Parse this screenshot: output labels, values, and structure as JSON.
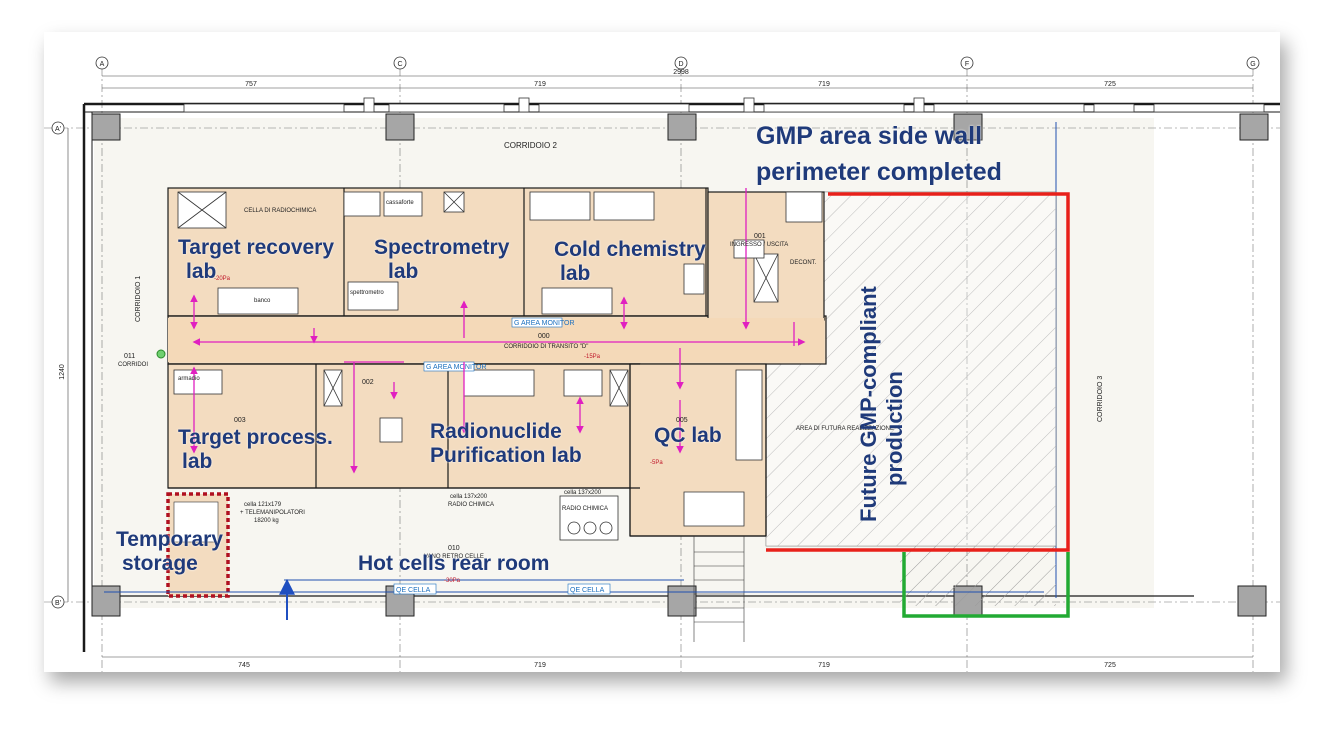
{
  "annotations": {
    "gmp_wall": [
      "GMP area side wall",
      "perimeter completed"
    ],
    "target_recovery": [
      "Target recovery",
      "lab"
    ],
    "spectrometry": [
      "Spectrometry",
      "lab"
    ],
    "cold_chemistry": [
      "Cold chemistry",
      "lab"
    ],
    "target_process": [
      "Target process.",
      "lab"
    ],
    "radionuclide": [
      "Radionuclide",
      "Purification lab"
    ],
    "qc_lab": "QC lab",
    "temporary_storage": [
      "Temporary",
      "storage"
    ],
    "hot_cells_rear": "Hot cells rear room",
    "future_gmp": [
      "Future GMP-compliant",
      "production"
    ]
  },
  "plan_labels": {
    "corridoio_2": "CORRIDOIO 2",
    "corridoio_1": "CORRIDOIO 1",
    "corridoio_3": "CORRIDOIO 3",
    "corridoio_transito": "CORRIDOIO DI TRANSITO \"D\"",
    "room_000": "000",
    "room_011": "011",
    "corridoi": "CORRIDOI",
    "cella_radiochimica": "CELLA DI RADIOCHIMICA",
    "area_futura": "AREA DI FUTURA REALIZZAZIONE",
    "g_area_monitor": "G AREA MONITOR",
    "ingresso_uscita": "INGRESSO / USCITA",
    "decont": "DECONT.",
    "qe_cella": "QE CELLA",
    "vano_retro_celle": "VANO RETRO CELLE",
    "room_010": "010",
    "room_003": "003",
    "room_002": "002",
    "room_005": "005",
    "room_001": "001",
    "pressure_15": "-15Pa",
    "pressure_20": "-20Pa",
    "pressure_30": "-30Pa",
    "pressure_5": "-5Pa",
    "cella_1": "cella 121x179",
    "cella_1b": "+ TELEMANIPOLATORI",
    "cella_1c": "18200 kg",
    "cella_2": "cella 137x200",
    "cella_2b": "RADIO CHIMICA",
    "cella_3": "cella 137x200",
    "cella_3b": "RADIO CHIMICA",
    "banco": "banco",
    "armadio": "armadio",
    "spettrometro": "spettrometro",
    "cassaforte": "cassaforte"
  },
  "grid_markers": [
    "A",
    "C",
    "D",
    "F",
    "G",
    "A'",
    "B'"
  ],
  "dimensions": {
    "top_total": "2998",
    "top_1": "757",
    "top_2": "719",
    "top_3": "719",
    "top_4": "725",
    "left_1": "1240",
    "bottom_1": "745",
    "bottom_2": "719",
    "bottom_3": "719",
    "bottom_4": "725"
  },
  "colors": {
    "annotation": "#1f3a7a",
    "lab_fill": "#f3dcc0",
    "walls": "#1a1a1a",
    "airflow": "#e020c0",
    "gmp_red": "#e8201a",
    "gmp_green": "#22aa33",
    "storage_border": "#b01020"
  }
}
